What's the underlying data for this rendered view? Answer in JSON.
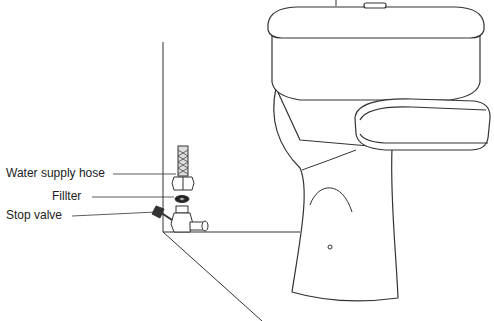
{
  "diagram": {
    "labels": [
      "Water supply hose",
      "Fillter",
      "Stop valve"
    ]
  }
}
